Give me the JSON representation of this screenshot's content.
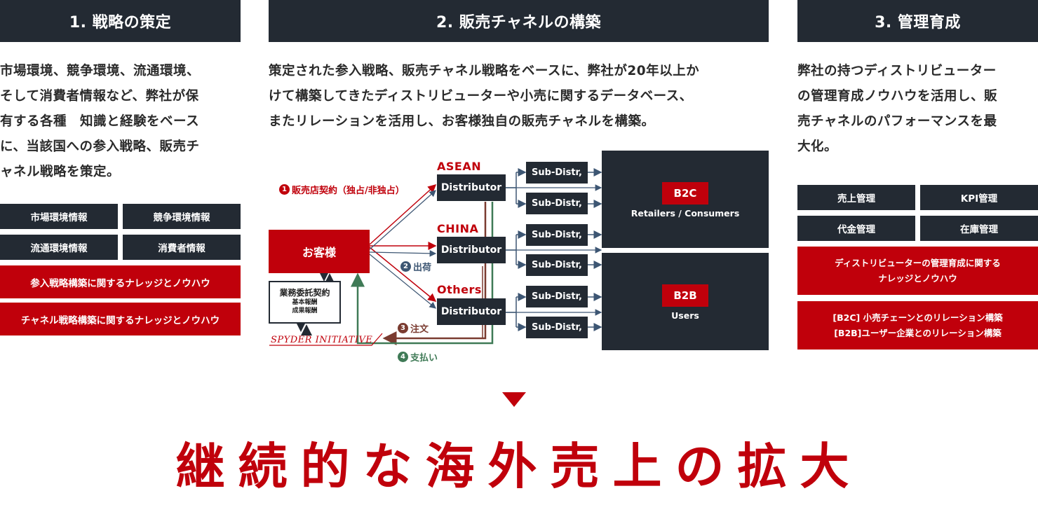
{
  "columns": [
    {
      "heading": "1. 戦略の策定",
      "lines": [
        "市場環境、競争環境、流通環境、",
        "そして消費者情報など、弊社が保",
        "有する各種　知識と経験をベース",
        "に、当該国への参入戦略、販売チ",
        "ャネル戦略を策定。"
      ],
      "tags": [
        "市場環境情報",
        "競争環境情報",
        "流通環境情報",
        "消費者情報"
      ],
      "red_boxes": [
        "参入戦略構築に関するナレッジとノウハウ",
        "チャネル戦略構築に関するナレッジとノウハウ"
      ]
    },
    {
      "heading": "2. 販売チャネルの構築",
      "lines": [
        "策定された参入戦略、販売チャネル戦略をベースに、弊社が20年以上か",
        "けて構築してきたディストリビューターや小売に関するデータベース、",
        "またリレーションを活用し、お客様独自の販売チャネルを構築。"
      ]
    },
    {
      "heading": "3. 管理育成",
      "lines": [
        "弊社の持つディストリビューター",
        "の管理育成ノウハウを活用し、販",
        "売チャネルのパフォーマンスを最",
        "大化。"
      ],
      "tags": [
        "売上管理",
        "KPI管理",
        "代金管理",
        "在庫管理"
      ],
      "red_box_1": [
        "ディストリビューターの管理育成に関する",
        "ナレッジとノウハウ"
      ],
      "red_box_2": [
        "[B2C] 小売チェーンとのリレーション構築",
        "[B2B]ユーザー企業とのリレーション構築"
      ]
    }
  ],
  "diagram": {
    "customer": "お客様",
    "contract_box": [
      "業務委託契約",
      "基本報酬",
      "成果報酬"
    ],
    "logo_text": "SPYDER INITIATIVE",
    "regions": [
      "ASEAN",
      "CHINA",
      "Others"
    ],
    "distributor": "Distributor",
    "sub_distributor": "Sub-Distr,",
    "b2c": {
      "badge": "B2C",
      "label": "Retailers / Consumers"
    },
    "b2b": {
      "badge": "B2B",
      "label": "Users"
    },
    "flows": [
      {
        "num": "1",
        "label": "販売店契約（独占/非独占）",
        "color": "#c0000b"
      },
      {
        "num": "2",
        "label": "出荷",
        "color": "#3d5673"
      },
      {
        "num": "3",
        "label": "注文",
        "color": "#7a3b30"
      },
      {
        "num": "4",
        "label": "支払い",
        "color": "#3f7a56"
      }
    ]
  },
  "arrow_icon": "triangle-down-icon",
  "bottom_title": "継続的な海外売上の拡大",
  "colors": {
    "dark": "#232a33",
    "red": "#c0000b",
    "blue_flow": "#3d5673",
    "brown_flow": "#7a3b30",
    "green_flow": "#3f7a56"
  }
}
